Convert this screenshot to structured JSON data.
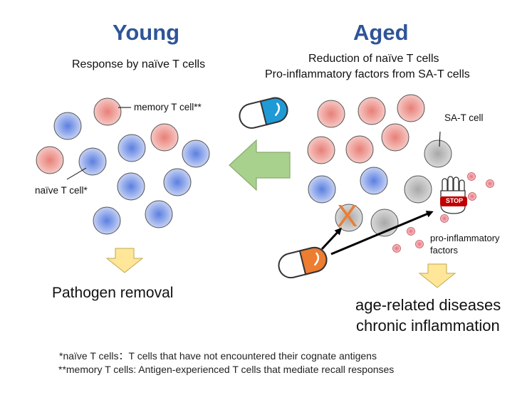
{
  "young": {
    "title": "Young",
    "subtitle": "Response by naïve T cells",
    "memory_label": "memory  T cell**",
    "naive_label": "naïve T cell*",
    "outcome": "Pathogen removal"
  },
  "aged": {
    "title": "Aged",
    "subtitle_line1": "Reduction of naïve T cells",
    "subtitle_line2": "Pro-inflammatory factors from SA-T cells",
    "sat_label": "SA-T cell",
    "factors_line1": "pro-inflammatory",
    "factors_line2": "factors",
    "stop_text": "STOP",
    "block_mark": "X",
    "outcome_line1": "age-related diseases",
    "outcome_line2": "chronic inflammation"
  },
  "footnotes": {
    "naive": "*naïve T cells：T cells that have not encountered their cognate antigens",
    "memory": "**memory T cells: Antigen-experienced T cells that mediate recall responses"
  },
  "colors": {
    "heading": "#2f5597",
    "naive_cell": "#8fa6e6",
    "memory_cell": "#ec9c97",
    "sat_cell": "#bcbcbc",
    "left_arrow": "#a9d18e",
    "down_arrow": "#ffe699",
    "capsule_blue": "#1f9ad6",
    "capsule_orange": "#ed7d31",
    "block_x": "#ed7d31",
    "stop_red": "#c00000"
  },
  "icons": [
    "blue-capsule-icon",
    "orange-capsule-icon",
    "stop-hand-icon"
  ]
}
